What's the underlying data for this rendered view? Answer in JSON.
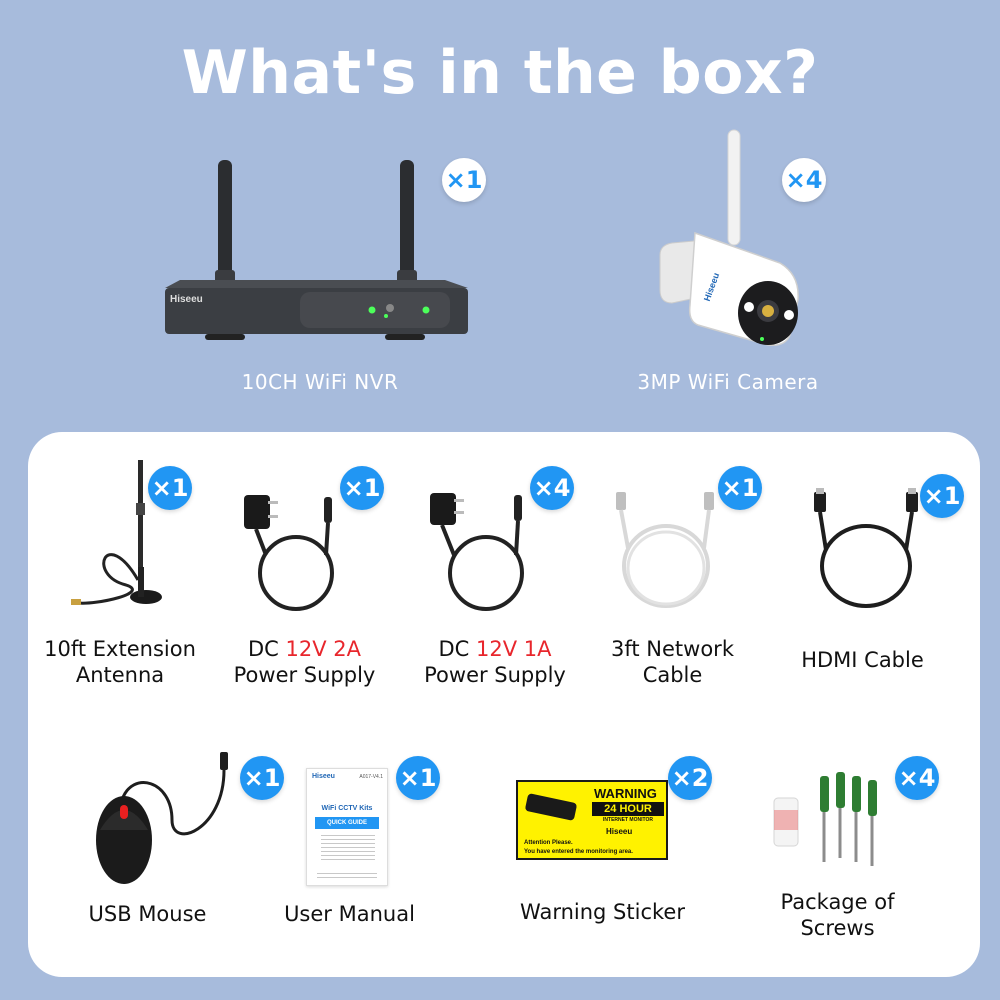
{
  "title": "What's in the box?",
  "accent_color": "#2196f3",
  "highlight_color": "#e8262c",
  "top_items": [
    {
      "name": "10CH WiFi NVR",
      "qty": "×1",
      "brand": "Hiseeu",
      "icon": "nvr-recorder"
    },
    {
      "name": "3MP WiFi Camera",
      "qty": "×4",
      "brand": "Hiseeu",
      "icon": "bullet-camera"
    }
  ],
  "panel_items": {
    "antenna": {
      "line1": "10ft Extension",
      "line2": "Antenna",
      "qty": "×1",
      "icon": "antenna"
    },
    "psu2a": {
      "prefix": "DC ",
      "highlight": "12V 2A",
      "line2": "Power Supply",
      "qty": "×1",
      "icon": "power-adapter"
    },
    "psu1a": {
      "prefix": "DC ",
      "highlight": "12V 1A",
      "line2": "Power Supply",
      "qty": "×4",
      "icon": "power-adapter"
    },
    "network": {
      "line1": "3ft Network",
      "line2": "Cable",
      "qty": "×1",
      "icon": "network-cable"
    },
    "hdmi": {
      "line1": "HDMI Cable",
      "qty": "×1",
      "icon": "hdmi-cable"
    },
    "mouse": {
      "line1": "USB Mouse",
      "qty": "×1",
      "icon": "usb-mouse"
    },
    "manual": {
      "line1": "User Manual",
      "qty": "×1",
      "icon": "manual",
      "brand": "Hiseeu",
      "doc_id": "A017-V4.1",
      "heading": "WiFi CCTV Kits",
      "banner": "QUICK GUIDE"
    },
    "sticker": {
      "line1": "Warning Sticker",
      "qty": "×2",
      "icon": "warning-sticker",
      "warning": "WARNING",
      "hours": "24 HOUR",
      "monitor": "INTERNET MONITOR",
      "brand": "Hiseeu",
      "notice1": "Attention Please.",
      "notice2": "You have entered the monitoring area."
    },
    "screws": {
      "line1": "Package of",
      "line2": "Screws",
      "qty": "×4",
      "icon": "screws"
    }
  }
}
